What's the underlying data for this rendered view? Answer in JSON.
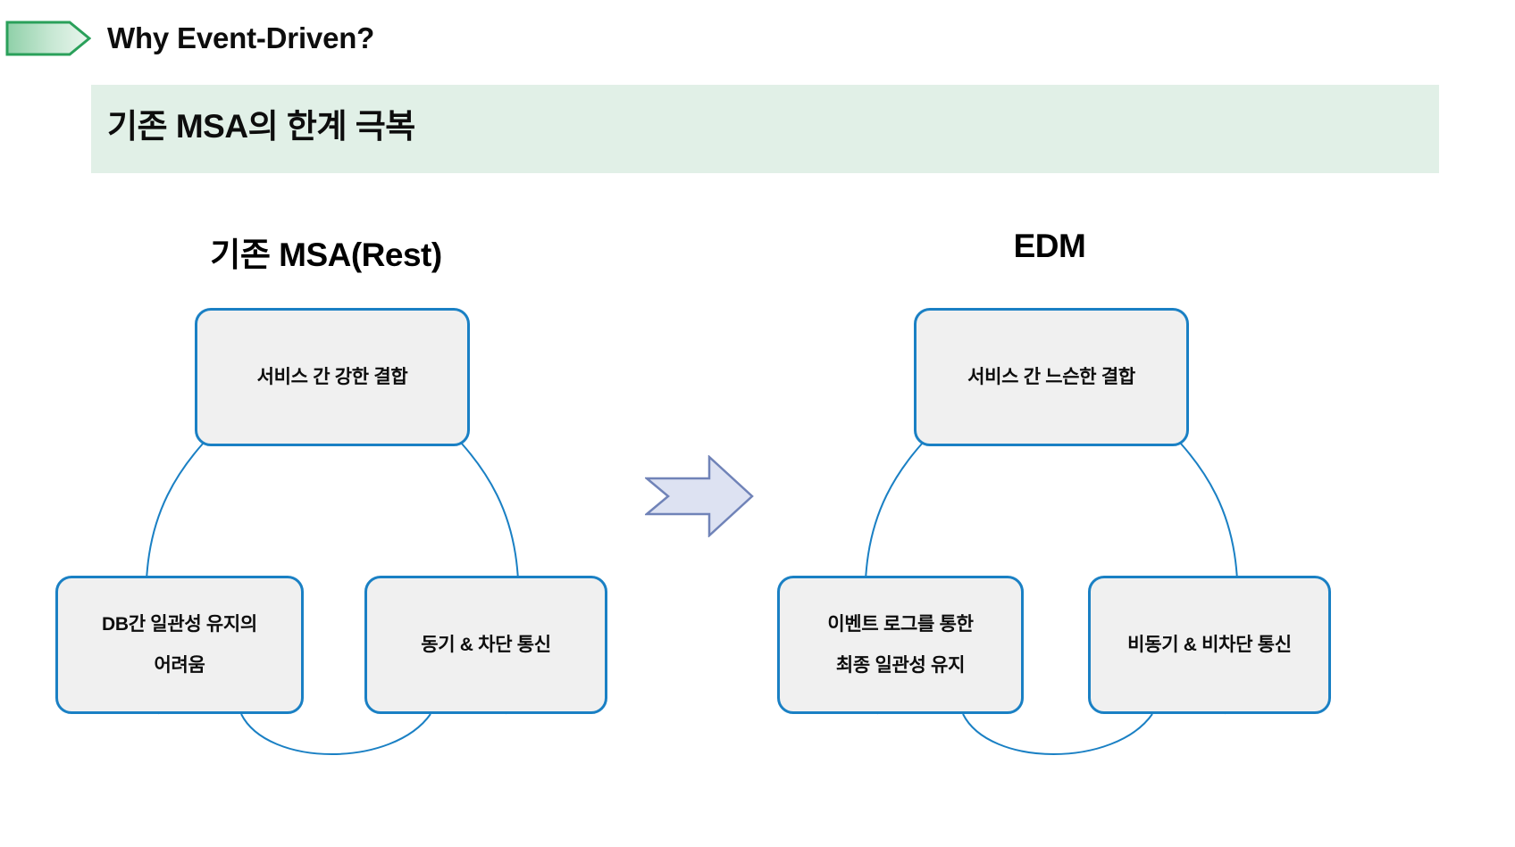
{
  "header": {
    "chevron_icon": "chevron-right-banner-icon",
    "title": "Why Event-Driven?",
    "chevron_fill_start": "#9ed7b4",
    "chevron_fill_end": "#e8f5ec",
    "chevron_stroke": "#2aa05a"
  },
  "subtitle": {
    "text": "기존 MSA의 한계 극복",
    "background": "#e1f0e7"
  },
  "theme": {
    "node_fill": "#f0f0f0",
    "node_border": "#1a80c4",
    "arc_color": "#1a80c4",
    "arrow_fill": "#dde2f2",
    "arrow_stroke": "#7083b8",
    "text_color": "#0d0d0d"
  },
  "diagrams": [
    {
      "id": "legacy-msa",
      "title": "기존 MSA(Rest)",
      "nodes": [
        {
          "id": "top",
          "label": "서비스 간 강한 결합",
          "lines": [
            "서비스 간 강한 결합"
          ]
        },
        {
          "id": "bottom-left",
          "label": "DB간 일관성 유지의 어려움",
          "lines": [
            "DB간 일관성 유지의",
            "어려움"
          ]
        },
        {
          "id": "bottom-right",
          "label": "동기 & 차단 통신",
          "lines": [
            "동기 & 차단 통신"
          ]
        }
      ]
    },
    {
      "id": "edm",
      "title": "EDM",
      "nodes": [
        {
          "id": "top",
          "label": "서비스 간 느슨한 결합",
          "lines": [
            "서비스 간 느슨한 결합"
          ]
        },
        {
          "id": "bottom-left",
          "label": "이벤트 로그를 통한 최종 일관성 유지",
          "lines": [
            "이벤트 로그를 통한",
            "최종 일관성 유지"
          ]
        },
        {
          "id": "bottom-right",
          "label": "비동기 & 비차단 통신",
          "lines": [
            "비동기 & 비차단 통신"
          ]
        }
      ]
    }
  ],
  "transition": {
    "icon": "arrow-right-icon",
    "label": ""
  }
}
